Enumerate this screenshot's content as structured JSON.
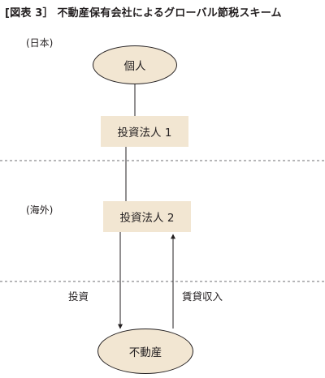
{
  "title": "[図表 3］ 不動産保有会社によるグローバル節税スキーム",
  "regions": {
    "japan": "(日本)",
    "overseas": "(海外)"
  },
  "nodes": {
    "individual": "個人",
    "corp1": "投資法人 1",
    "corp2": "投資法人 2",
    "real_estate": "不動産"
  },
  "edges": {
    "investment": "投資",
    "rental_income": "賃貸収入"
  },
  "colors": {
    "node_fill": "#f2e6d2",
    "line": "#231f20",
    "divider": "#6d6e71"
  }
}
